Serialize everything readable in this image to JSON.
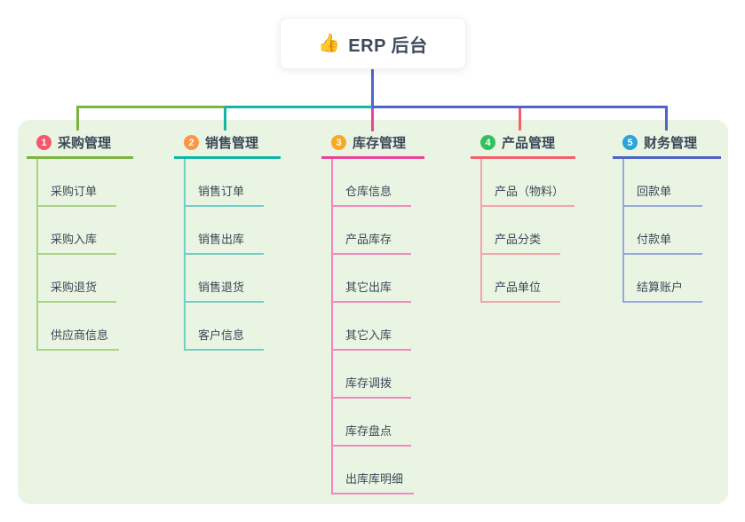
{
  "root": {
    "icon": "👍",
    "title": "ERP 后台"
  },
  "panel_color": "#e9f5e2",
  "text_color": "#3c4858",
  "connectors": {
    "root_line": "#5263cb",
    "bus_left": "#7cb342",
    "bus_mid": "#12b5a6",
    "bus_right": "#5263cb"
  },
  "branches": [
    {
      "badge": "1",
      "label": "采购管理",
      "badge_color": "#f5576c",
      "line_color": "#7cb342",
      "child_line_color": "#a9d488",
      "children": [
        "采购订单",
        "采购入库",
        "采购退货",
        "供应商信息"
      ]
    },
    {
      "badge": "2",
      "label": "销售管理",
      "badge_color": "#fd9644",
      "line_color": "#12b5a6",
      "child_line_color": "#72cfc7",
      "children": [
        "销售订单",
        "销售出库",
        "销售退货",
        "客户信息"
      ]
    },
    {
      "badge": "3",
      "label": "库存管理",
      "badge_color": "#f9a825",
      "line_color": "#e8459b",
      "child_line_color": "#f287c2",
      "children": [
        "仓库信息",
        "产品库存",
        "其它出库",
        "其它入库",
        "库存调拨",
        "库存盘点",
        "出库库明细"
      ]
    },
    {
      "badge": "4",
      "label": "产品管理",
      "badge_color": "#33c15f",
      "line_color": "#f2606c",
      "child_line_color": "#f6a2a9",
      "children": [
        "产品（物料）",
        "产品分类",
        "产品单位"
      ]
    },
    {
      "badge": "5",
      "label": "财务管理",
      "badge_color": "#2ba4dc",
      "line_color": "#4f63c8",
      "child_line_color": "#98a7de",
      "children": [
        "回款单",
        "付款单",
        "结算账户"
      ]
    }
  ]
}
